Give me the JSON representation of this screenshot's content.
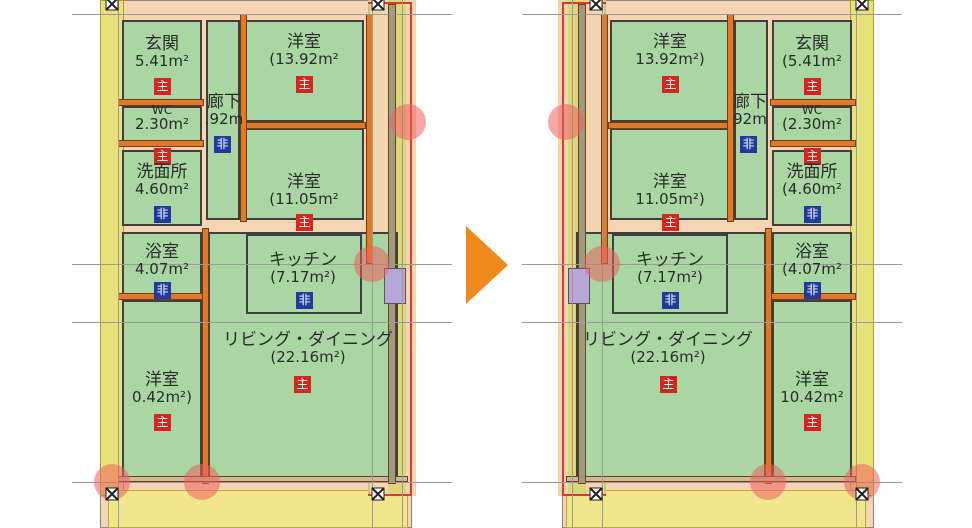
{
  "plans": [
    {
      "rooms": {
        "entrance": {
          "name": "玄関",
          "area": "5.41m²",
          "badge": "主"
        },
        "wc": {
          "name": "WC",
          "area": "2.30m²",
          "badge": "主"
        },
        "hall": {
          "name": "廊下",
          "area": ".92m",
          "badge": "非"
        },
        "washroom": {
          "name": "洗面所",
          "area": "4.60m²",
          "badge": "非"
        },
        "bath": {
          "name": "浴室",
          "area": "4.07m²",
          "badge": "非"
        },
        "bedroom_small": {
          "name": "洋室",
          "area": "0.42m²)",
          "badge": "主"
        },
        "bedroom_top": {
          "name": "洋室",
          "area": "(13.92m²",
          "badge": "主"
        },
        "bedroom_mid": {
          "name": "洋室",
          "area": "(11.05m²",
          "badge": "主"
        },
        "kitchen": {
          "name": "キッチン",
          "area": "(7.17m²)",
          "badge": "非"
        },
        "living": {
          "name": "リビング・ダイニング",
          "area": "(22.16m²)",
          "badge": "主"
        }
      }
    },
    {
      "rooms": {
        "bedroom_top": {
          "name": "洋室",
          "area": "13.92m²)",
          "badge": "主"
        },
        "hall": {
          "name": "廊下",
          "area": "92m",
          "badge": "非"
        },
        "entrance": {
          "name": "玄関",
          "area": "(5.41m²",
          "badge": "主"
        },
        "wc": {
          "name": "WC",
          "area": "(2.30m²",
          "badge": "主"
        },
        "bedroom_mid": {
          "name": "洋室",
          "area": "11.05m²)",
          "badge": "主"
        },
        "washroom": {
          "name": "洗面所",
          "area": "(4.60m²",
          "badge": "非"
        },
        "kitchen": {
          "name": "キッチン",
          "area": "(7.17m²)",
          "badge": "非"
        },
        "bath": {
          "name": "浴室",
          "area": "(4.07m²",
          "badge": "非"
        },
        "living": {
          "name": "リビング・ダイニング",
          "area": "(22.16m²)",
          "badge": "主"
        },
        "bedroom_small": {
          "name": "洋室",
          "area": "10.42m²",
          "badge": "主"
        }
      }
    }
  ],
  "colors": {
    "room_fill": "#a9d6a3",
    "wall": "#e07a2b",
    "balcony": "#f1e68c",
    "veranda": "#f7d4b4",
    "main_badge": "#d8241f",
    "sub_badge": "#1f3a9c",
    "marker": "#ec6060",
    "arrow": "#f0891c"
  },
  "icons": [
    "main-room-badge",
    "non-living-badge",
    "transform-arrow-icon",
    "column-x-icon",
    "window-mark"
  ]
}
